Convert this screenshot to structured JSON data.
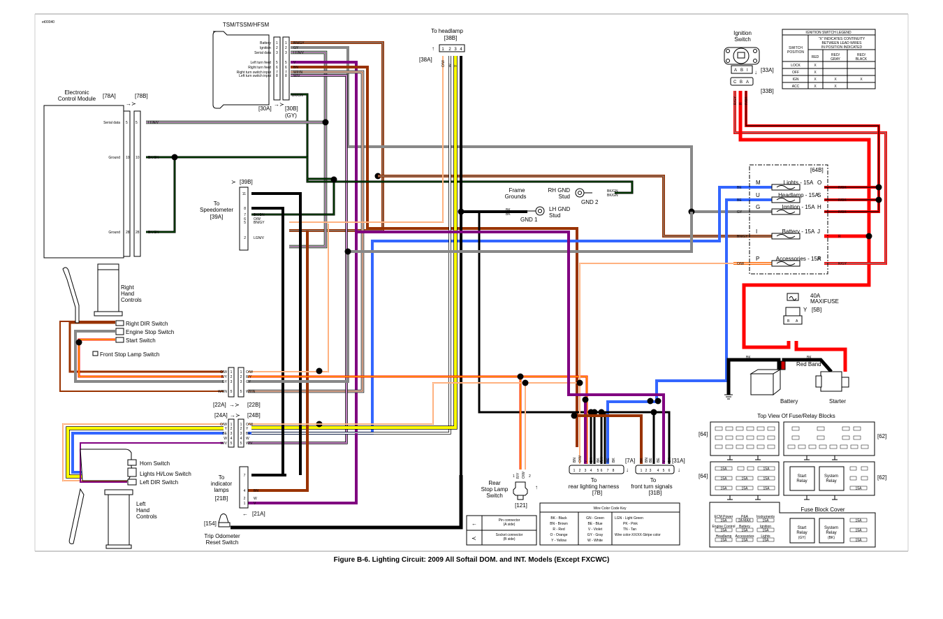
{
  "figure": {
    "id_code": "et00040",
    "caption": "Figure B-6. Lighting Circuit: 2009 All Softail DOM. and INT. Models (Except FXCWC)"
  },
  "colors": {
    "BK": "#000000",
    "BN": "#993300",
    "R": "#ff0000",
    "O": "#ff6600",
    "Y": "#ffff00",
    "GN": "#006600",
    "BE": "#3366ff",
    "V": "#800080",
    "GY": "#888888",
    "W": "#ffffff",
    "LGN": "#ccffcc"
  },
  "tsm": {
    "title": "TSM/TSSM/HFSM",
    "pins": [
      {
        "label": "Battery",
        "pin": "1",
        "wire": "BN/GY"
      },
      {
        "label": "Ignition",
        "pin": "2",
        "wire": "GY"
      },
      {
        "label": "Serial data",
        "pin": "3",
        "wire": "LGN/V"
      },
      {
        "label": "Left turn feed",
        "pin": "5",
        "wire": "V"
      },
      {
        "label": "Right turn feed",
        "pin": "6",
        "wire": "BN"
      },
      {
        "label": "Right turn switch input",
        "pin": "7",
        "wire": "W/BN"
      },
      {
        "label": "Left turn switch input",
        "pin": "8",
        "wire": "W/V"
      }
    ],
    "extra_wire": "BK/GN",
    "conn_a": "[30A]",
    "conn_b": "[30B]",
    "conn_b_color": "(GY)"
  },
  "ecm": {
    "title_line1": "Electronic",
    "title_line2": "Control Module",
    "conn_a": "[78A]",
    "conn_b": "[78B]",
    "pins": [
      {
        "label": "Serial data",
        "pin": "5",
        "wire": "LGN/V"
      },
      {
        "label": "Ground",
        "pin": "10",
        "wire": "BK/GN"
      },
      {
        "label": "Ground",
        "pin": "28",
        "wire": "BK/GN"
      }
    ]
  },
  "headlamp": {
    "title": "To headlamp",
    "conn_b": "[38B]",
    "conn_a": "[38A]",
    "pins": [
      "1",
      "2",
      "3",
      "4"
    ],
    "wires": [
      "O/W",
      "W",
      "Y",
      "BK"
    ]
  },
  "speedometer": {
    "title_line1": "To",
    "title_line2": "Speedometer",
    "conn_a": "[39A]",
    "conn_b": "[39B]",
    "pins": [
      {
        "pin": "11",
        "wire": "BK"
      },
      {
        "pin": "8",
        "wire": "BK"
      },
      {
        "pin": "7",
        "wire": "BK/GN"
      },
      {
        "pin": "6",
        "wire": "O/W"
      },
      {
        "pin": "5",
        "wire": "BN/GY"
      },
      {
        "pin": "2",
        "wire": "LGN/V"
      }
    ]
  },
  "right_hand": {
    "title_line1": "Right",
    "title_line2": "Hand",
    "title_line3": "Controls",
    "switches": [
      "Right DIR Switch",
      "Engine Stop Switch",
      "Start Switch",
      "Front Stop Lamp Switch"
    ],
    "conn_a": "[22A]",
    "conn_b": "[22B]",
    "pins": [
      {
        "pin": "1",
        "wire": "O/W"
      },
      {
        "pin": "2",
        "wire": "R/Y"
      },
      {
        "pin": "3",
        "wire": "GY"
      },
      {
        "pin": "5",
        "wire": "W/BN"
      }
    ]
  },
  "left_hand": {
    "title_line1": "Left",
    "title_line2": "Hand",
    "title_line3": "Controls",
    "switches": [
      "Horn Switch",
      "Lights Hi/Low Switch",
      "Left DIR Switch"
    ],
    "conn_a": "[24A]",
    "conn_b": "[24B]",
    "pins": [
      {
        "pin": "1",
        "wire": "O/W"
      },
      {
        "pin": "2",
        "wire": "Y"
      },
      {
        "pin": "3",
        "wire": "BE"
      },
      {
        "pin": "4",
        "wire": "W"
      },
      {
        "pin": "5",
        "wire": "W/V"
      }
    ]
  },
  "indicator": {
    "title_line1": "To",
    "title_line2": "indicator",
    "title_line3": "lamps",
    "conn_b": "[21B]",
    "conn_a": "[21A]",
    "pins": [
      {
        "pin": "7",
        "wire": "BK"
      },
      {
        "pin": "4",
        "wire": "BN"
      },
      {
        "pin": "2",
        "wire": "W"
      },
      {
        "pin": "1",
        "wire": "V"
      }
    ]
  },
  "trip": {
    "conn": "[154]",
    "title_line1": "Trip Odometer",
    "title_line2": "Reset Switch"
  },
  "grounds": {
    "frame_line1": "Frame",
    "frame_line2": "Grounds",
    "rh_line1": "RH GND",
    "rh_line2": "Stud",
    "gnd2": "GND 2",
    "gnd2_wires": [
      "BK/GN",
      "BK/GN"
    ],
    "lh_line1": "LH GND",
    "lh_line2": "Stud",
    "gnd1": "GND 1",
    "gnd1_wires": [
      "BK",
      "BK"
    ]
  },
  "rear_stop": {
    "title_line1": "Rear",
    "title_line2": "Stop Lamp",
    "title_line3": "Switch",
    "conn": "[121]",
    "wires": [
      "R/Y",
      "O/W"
    ],
    "pins": [
      "1",
      "2"
    ]
  },
  "rear_lighting": {
    "conn_a": "[7A]",
    "title_line1": "To",
    "title_line2": "rear lighting harness",
    "conn_b": "[7B]",
    "pins": [
      "1",
      "2",
      "3",
      "4",
      "5",
      "6",
      "7",
      "8"
    ],
    "wires": [
      "BN",
      "O/W",
      "V",
      "BK",
      "BK",
      "R/Y",
      "BE",
      "BK"
    ]
  },
  "front_turn": {
    "conn_a": "[31A]",
    "title_line1": "To",
    "title_line2": "front turn signals",
    "conn_b": "[31B]",
    "pins": [
      "1",
      "2",
      "3",
      "4",
      "5",
      "6"
    ],
    "wires": [
      "BK",
      "BN",
      "BE",
      "BE",
      "V",
      "BK"
    ]
  },
  "ignition": {
    "title_line1": "Ignition",
    "title_line2": "Switch",
    "conn_a": "[33A]",
    "conn_b": "[33B]",
    "top_pins": [
      "A",
      "B",
      "I"
    ],
    "bottom_pins": [
      "C",
      "B",
      "A"
    ],
    "wires": [
      "R/GY",
      "R",
      "R/BK"
    ]
  },
  "ignition_legend": {
    "title": "IGNITION SWITCH LEGEND",
    "note": "\"X\" INDICATES CONTINUITY BETWEEN LEAD WIRES IN POSITION INDICATED",
    "position_header": "SWITCH POSITION",
    "columns": [
      "RED",
      "RED/ GRAY",
      "RED/ BLACK"
    ],
    "rows": [
      {
        "pos": "LOCK",
        "cells": [
          "X",
          "",
          ""
        ]
      },
      {
        "pos": "OFF",
        "cells": [
          "X",
          "",
          ""
        ]
      },
      {
        "pos": "IGN",
        "cells": [
          "X",
          "X",
          "X"
        ]
      },
      {
        "pos": "ACC",
        "cells": [
          "X",
          "X",
          ""
        ]
      }
    ]
  },
  "fuse_block": {
    "conn": "[64B]",
    "fuses": [
      {
        "in_pin": "M",
        "label": "Lights - 15A",
        "out_pin": "O",
        "in_wire": "BE",
        "out_wire": "R/BK"
      },
      {
        "in_pin": "U",
        "label": "Headlamp - 15A",
        "out_pin": "S",
        "in_wire": "BE",
        "out_wire": "R/BK"
      },
      {
        "in_pin": "G",
        "label": "Ignition - 15A",
        "out_pin": "H",
        "in_wire": "GY",
        "out_wire": "R/BK"
      },
      {
        "in_pin": "I",
        "label": "Battery - 15A",
        "out_pin": "J",
        "in_wire": "BN/GY",
        "out_wire": "R"
      },
      {
        "in_pin": "P",
        "label": "Accessories - 15A",
        "out_pin": "R",
        "in_wire": "O/W",
        "out_wire": "R/GY"
      }
    ]
  },
  "maxifuse": {
    "label_line1": "40A",
    "label_line2": "MAXIFUSE",
    "conn": "[5B]",
    "pins": [
      "B",
      "A"
    ],
    "wires": [
      "R",
      "R",
      "R"
    ]
  },
  "battery": {
    "label": "Battery",
    "red_band": "Red Band",
    "wires": [
      "BK",
      "BK"
    ]
  },
  "starter": {
    "label": "Starter"
  },
  "relay_blocks": {
    "title": "Top View Of Fuse/Relay Blocks",
    "left_conn": "[64]",
    "right_conn": "[62]",
    "fuse_label": "15A",
    "start_relay": "Start Relay",
    "system_relay": "System Relay",
    "cover_title": "Fuse Block Cover",
    "cover_fuses": [
      {
        "name": "ECM Power",
        "rating": "15A"
      },
      {
        "name": "P&A",
        "rating": "2A MAX"
      },
      {
        "name": "Instruments",
        "rating": "15A"
      },
      {
        "name": "Engine Control",
        "rating": "15A"
      },
      {
        "name": "Battery",
        "rating": "15A"
      },
      {
        "name": "Ignition",
        "rating": "15A"
      },
      {
        "name": "Headlamp",
        "rating": "15A"
      },
      {
        "name": "Accessories",
        "rating": "15A"
      },
      {
        "name": "Lights",
        "rating": "15A"
      }
    ],
    "cover_start_color": "(GY)",
    "cover_system_color": "(BK)"
  },
  "connector_key": {
    "pin_label_line1": "Pin connector",
    "pin_label_line2": "(A side)",
    "socket_label_line1": "Socket connector",
    "socket_label_line2": "(B side)"
  },
  "color_key": {
    "title": "Wire Color Code Key",
    "col1": [
      "BK - Black",
      "BN - Brown",
      "R - Red",
      "O - Orange",
      "Y - Yellow"
    ],
    "col2": [
      "GN - Green",
      "BE - Blue",
      "V - Violet",
      "GY - Gray",
      "W - White"
    ],
    "col3": [
      "LGN - Light Green",
      "PK - Pink",
      "TN - Tan",
      "Wire color-XX/XX-Stripe color"
    ]
  }
}
